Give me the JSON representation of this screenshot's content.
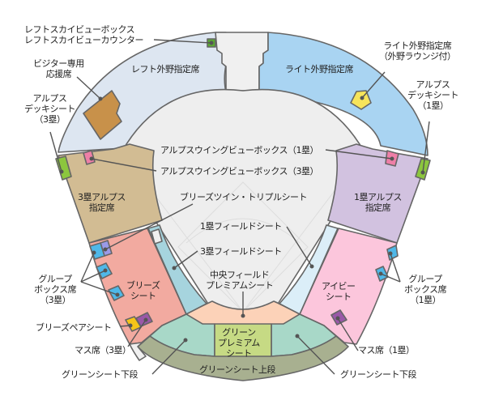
{
  "map": {
    "colors": {
      "outline": "#666666",
      "concourse": "#f0f0f0",
      "infield": "#eeeeee",
      "left_outfield": "#dde6f1",
      "right_outfield": "#a9d4f2",
      "visitor_cheer": "#c8914a",
      "right_lounge": "#f7e45a",
      "sky_view": "#5aa832",
      "alps_deck": "#8cc63e",
      "alps_3b": "#d2bc93",
      "alps_1b": "#d2c2e0",
      "wing_box": "#ee7fa7",
      "breeze_seat": "#f2aaa0",
      "ivy_seat": "#fcc6dc",
      "field_3b": "#a6d4de",
      "field_1b": "#dbeef8",
      "group_box": "#4fb8e8",
      "breeze_twin": "#9a9ae8",
      "breeze_pair": "#f5c518",
      "masu": "#9a58a8",
      "center_field_premium": "#fcd2b8",
      "green_lower": "#a8d8c8",
      "green_upper": "#a8b090",
      "green_premium": "#c6da84"
    },
    "areas": {
      "left_outfield": "レフト外野指定席",
      "right_outfield": "ライト外野指定席",
      "alps_3b": [
        "3塁アルプス",
        "指定席"
      ],
      "alps_1b": [
        "1塁アルプス",
        "指定席"
      ],
      "breeze_seat": [
        "ブリーズ",
        "シート"
      ],
      "ivy_seat": [
        "アイビー",
        "シート"
      ],
      "green_premium": [
        "グリーン",
        "プレミアム",
        "シート"
      ],
      "green_upper": "グリーンシート上段"
    },
    "callouts": {
      "left_sky_view": [
        "レフトスカイビューボックス",
        "レフトスカイビューカウンター"
      ],
      "visitor_cheer": [
        "ビジター専用",
        "応援席"
      ],
      "alps_deck_3b": [
        "アルプス",
        "デッキシート",
        "（3塁）"
      ],
      "right_lounge": [
        "ライト外野指定席",
        "（外野ラウンジ付）"
      ],
      "alps_deck_1b": [
        "アルプス",
        "デッキシート",
        "（1塁）"
      ],
      "wing_box_1b": "アルプスウイングビューボックス（1塁）",
      "wing_box_3b": "アルプスウイングビューボックス（3塁）",
      "breeze_twin": "ブリーズツイン・トリプルシート",
      "field_1b": "1塁フィールドシート",
      "field_3b": "3塁フィールドシート",
      "center_field_premium": [
        "中央フィールド",
        "プレミアムシート"
      ],
      "group_box_3b": [
        "グループ",
        "ボックス席",
        "（3塁）"
      ],
      "group_box_1b": [
        "グループ",
        "ボックス席",
        "（1塁）"
      ],
      "breeze_pair": "ブリーズペアシート",
      "masu_3b": "マス席（3塁）",
      "masu_1b": "マス席（1塁）",
      "green_lower_3b": "グリーンシート下段",
      "green_lower_1b": "グリーンシート下段"
    }
  }
}
